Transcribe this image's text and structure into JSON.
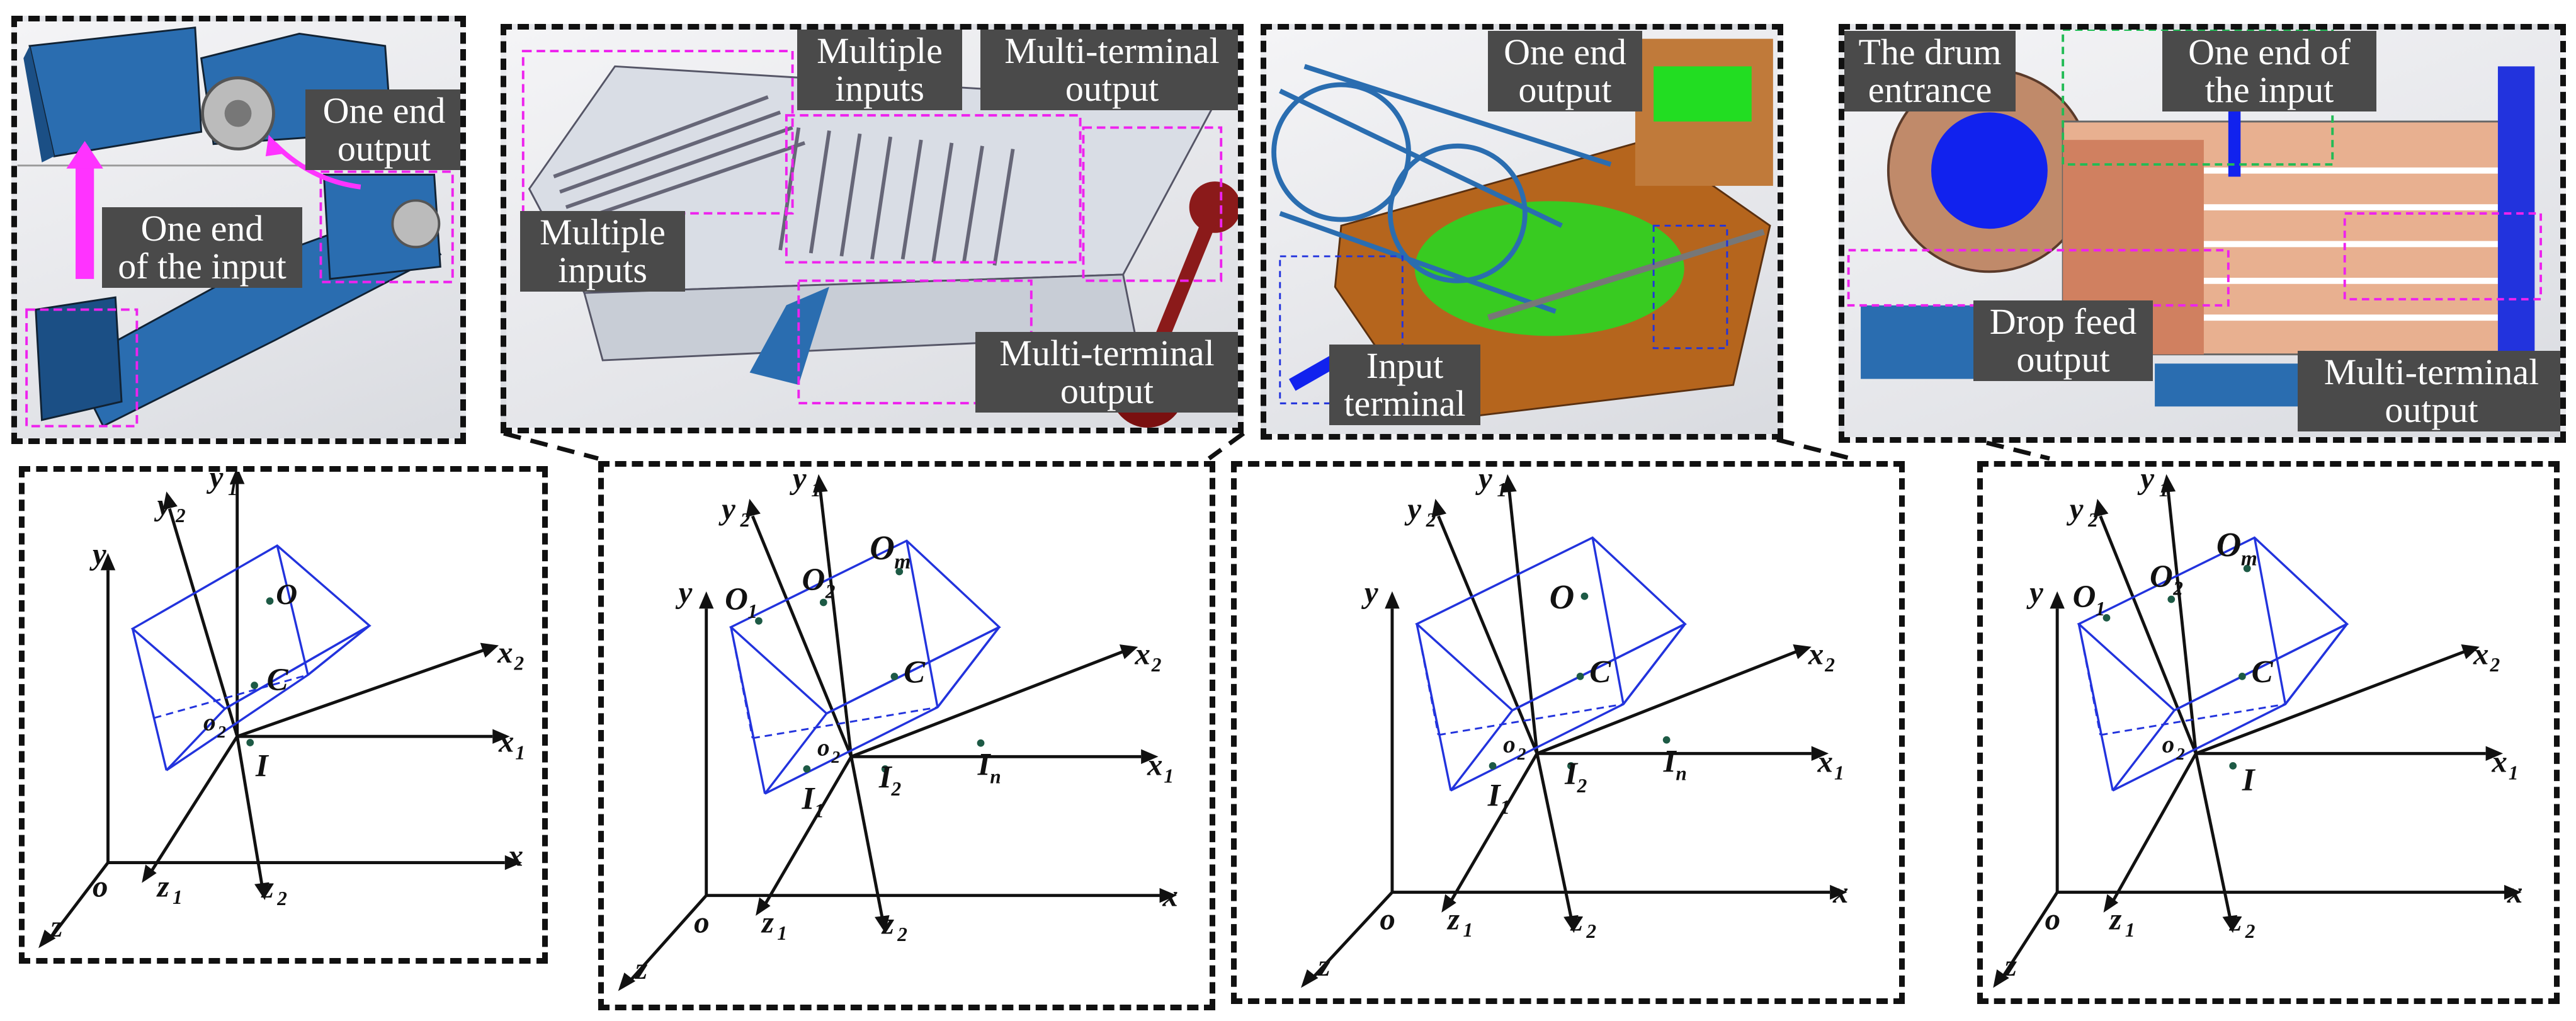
{
  "panels": [
    {
      "labels": {
        "out": "One end\noutput",
        "in": "One end\nof the input"
      }
    },
    {
      "labels": {
        "in_top": "Multiple\ninputs",
        "out_top": "Multi-terminal\noutput",
        "in_left": "Multiple\ninputs",
        "out_bottom": "Multi-terminal\noutput"
      }
    },
    {
      "labels": {
        "out": "One end\noutput",
        "in": "Input\nterminal"
      }
    },
    {
      "labels": {
        "drum": "The drum\nentrance",
        "in": "One end of\nthe input",
        "drop": "Drop feed\noutput",
        "out": "Multi-terminal\noutput"
      }
    }
  ],
  "axes": {
    "y": "y",
    "y1": "y",
    "y2": "y",
    "x": "x",
    "x1": "x",
    "x2": "x",
    "z": "z",
    "z1": "z",
    "z2": "z",
    "o": "o",
    "o2": "o",
    "sub1": "1",
    "sub2": "2",
    "subm": "m",
    "subn": "n",
    "O": "O",
    "C": "C",
    "I": "I"
  },
  "colors": {
    "box": "#2233dd",
    "point": "#1d5a45",
    "highlight": "#ee22ee",
    "steel": "#2a6db0",
    "rust": "#b5651d",
    "green": "#22dd22"
  }
}
